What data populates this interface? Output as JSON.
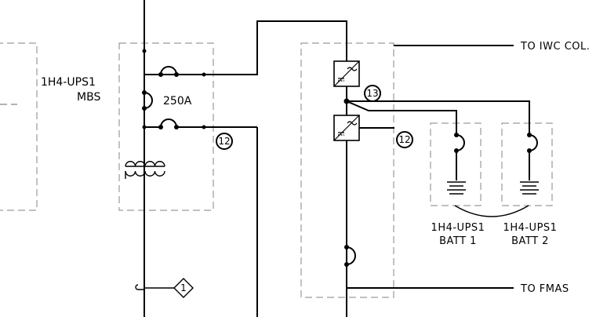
{
  "labels": {
    "mbs_line1": "1H4-UPS1",
    "mbs_line2": "MBS",
    "breaker_rating": "250A",
    "to_iwc": "TO IWC COL.",
    "to_fmas": "TO FMAS",
    "batt1_line1": "1H4-UPS1",
    "batt1_line2": "BATT 1",
    "batt2_line1": "1H4-UPS1",
    "batt2_line2": "BATT 2"
  },
  "callouts": {
    "c13": "13",
    "c12_upper": "12",
    "c12_lower": "12",
    "diamond_1": "1"
  }
}
